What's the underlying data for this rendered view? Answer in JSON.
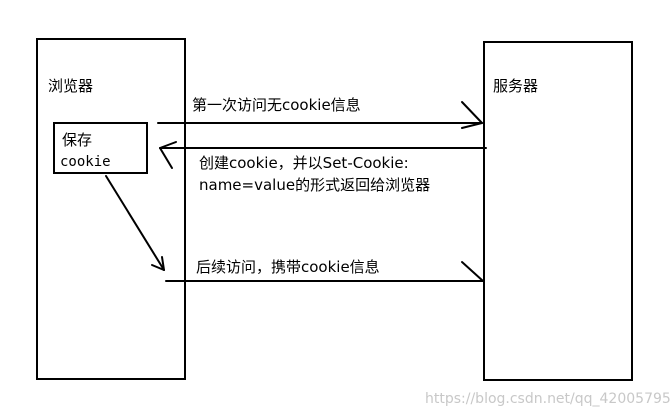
{
  "browser": {
    "label": "浏览器"
  },
  "server": {
    "label": "服务器"
  },
  "save_box": {
    "line1": "保存",
    "line2": "cookie"
  },
  "messages": {
    "first_visit": "第一次访问无cookie信息",
    "set_cookie_line1": "创建cookie，并以Set-Cookie:",
    "set_cookie_line2": "name=value的形式返回给浏览器",
    "follow_up": "后续访问，携带cookie信息"
  },
  "watermark": "https://blog.csdn.net/qq_42005795"
}
